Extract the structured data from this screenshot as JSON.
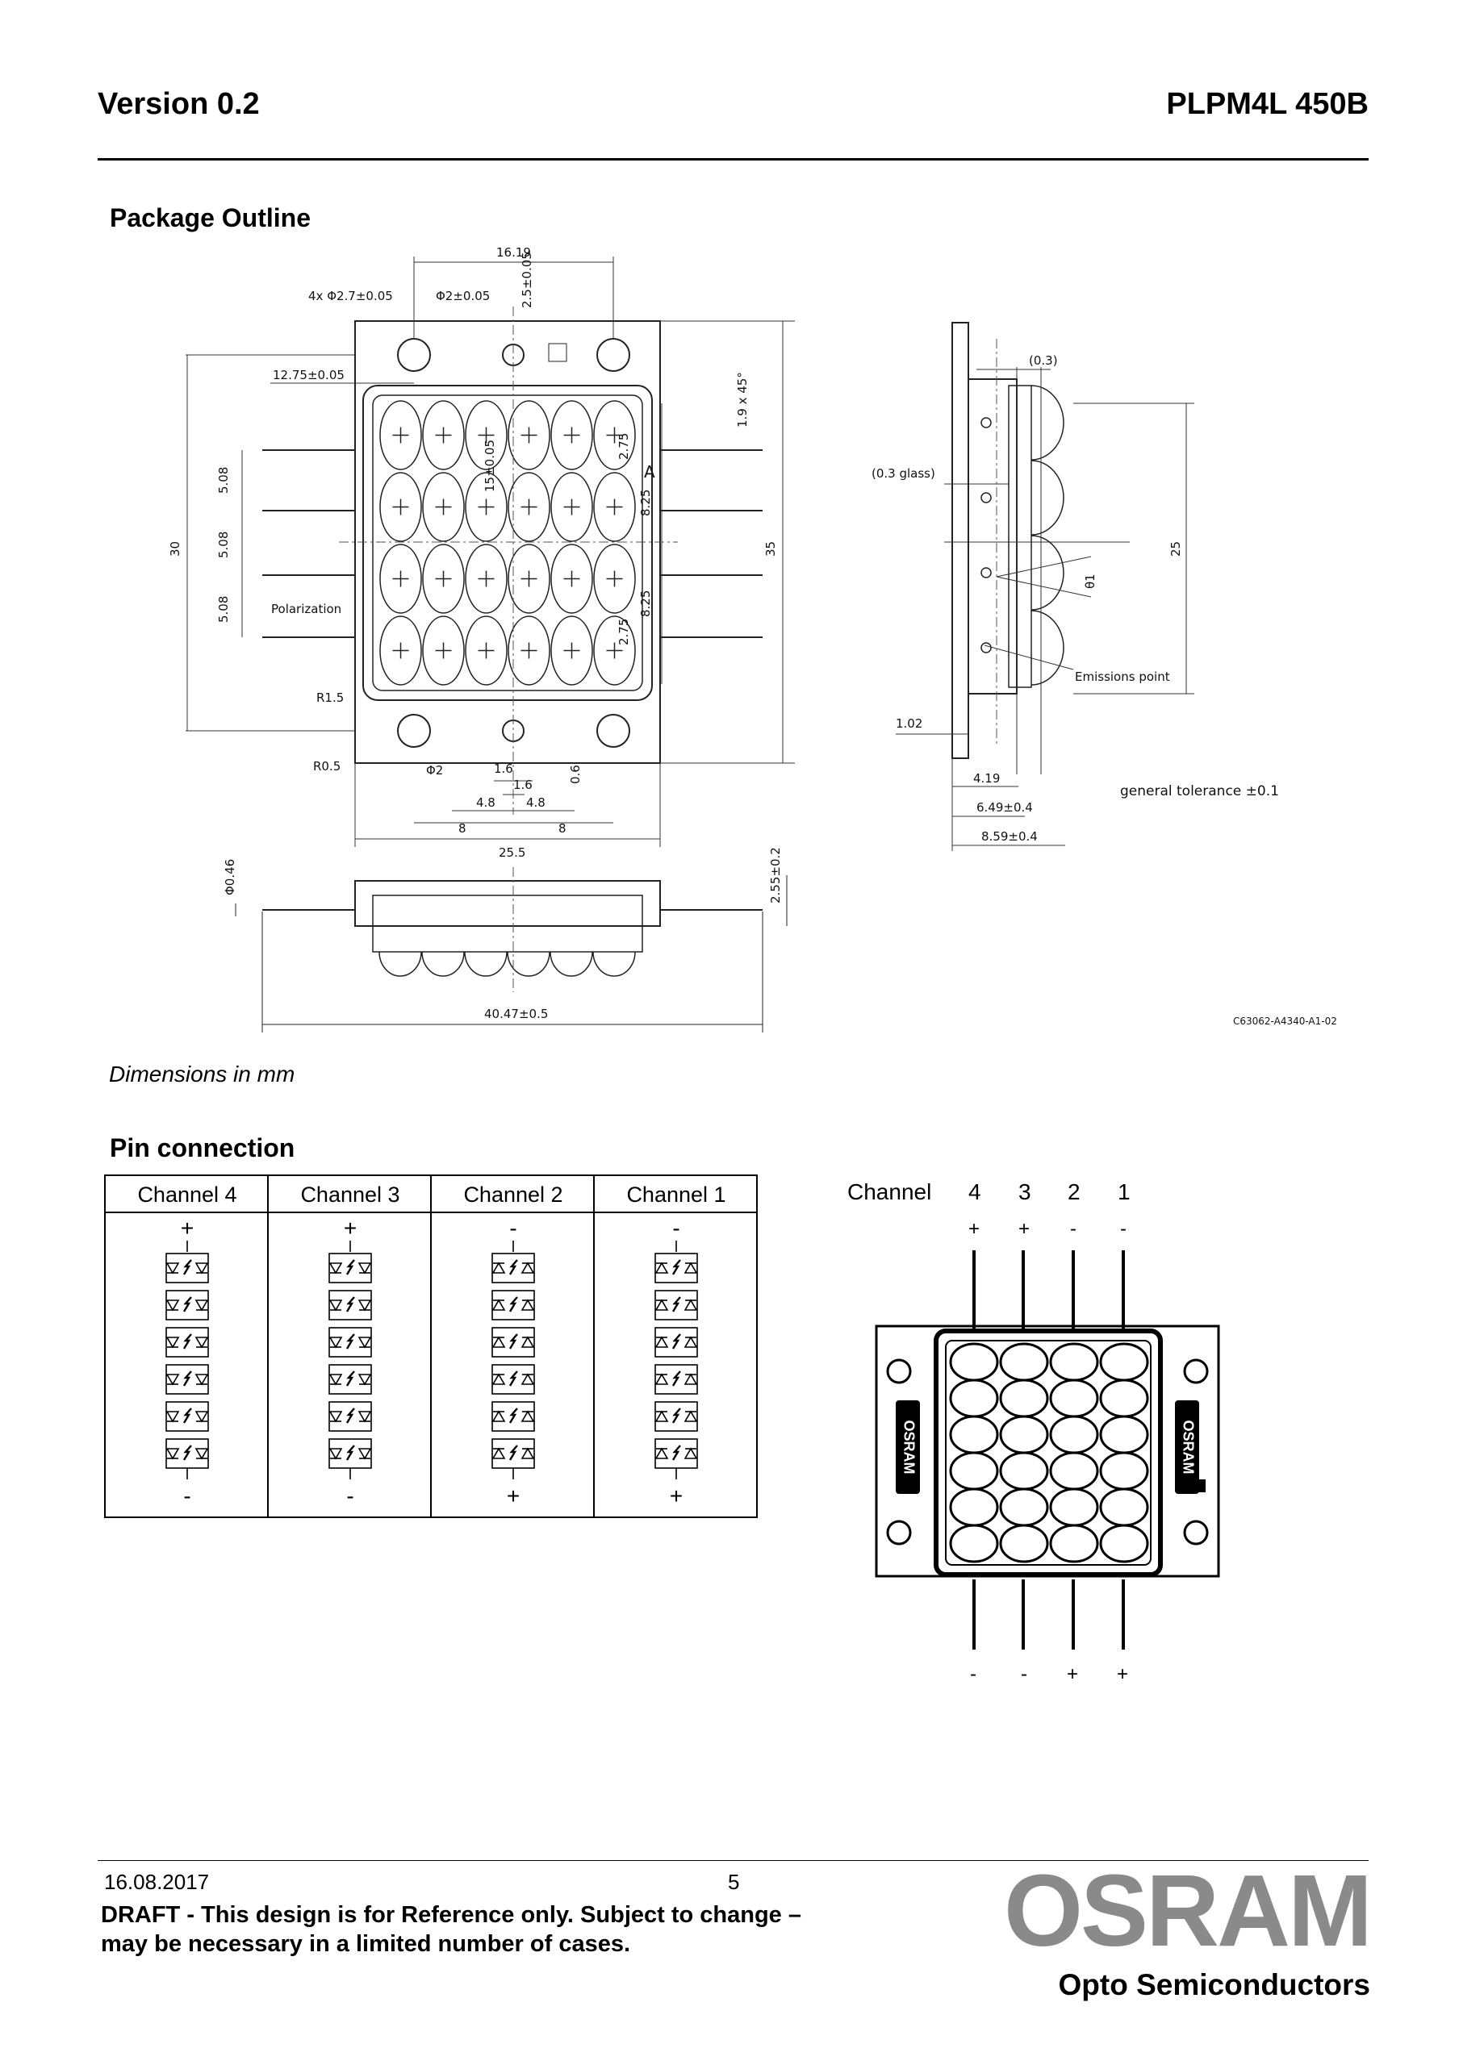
{
  "header": {
    "version": "Version 0.2",
    "product": "PLPM4L 450B"
  },
  "package_outline": {
    "title": "Package Outline",
    "caption": "Dimensions in mm",
    "labels": {
      "d_16_19": "16.19",
      "holes4": "4x Φ2.7±0.05",
      "hole2": "Φ2±0.05",
      "d_2_5": "2.5±0.05",
      "d_12_75": "12.75±0.05",
      "chamfer": "1.9 x 45°",
      "d_5_08": "5.08",
      "d_30": "30",
      "d_15": "15±0.05",
      "d_2_75": "2.75",
      "d_8_25": "8.25",
      "datum_a": "A",
      "d_35": "35",
      "polarization": "Polarization",
      "r1_5": "R1.5",
      "r0_5": "R0.5",
      "phi2": "Φ2",
      "d_1_6": "1.6",
      "d_0_6": "0.6",
      "d_4_8": "4.8",
      "d_8": "8",
      "d_25_5": "25.5",
      "d_0_46": "Φ0.46",
      "d_2_55": "2.55±0.2",
      "d_40_47": "40.47±0.5",
      "d_0_3": "(0.3)",
      "glass": "(0.3 glass)",
      "theta": "θ1",
      "d_25": "25",
      "emission": "Emissions point",
      "d_1_02": "1.02",
      "d_4_19": "4.19",
      "d_6_49": "6.49±0.4",
      "d_8_59": "8.59±0.4",
      "tolerance": "general tolerance ±0.1",
      "drawing_no": "C63062-A4340-A1-02"
    }
  },
  "pin_connection": {
    "title": "Pin connection",
    "columns": [
      {
        "label": "Channel 4",
        "top": "+",
        "bottom": "-"
      },
      {
        "label": "Channel 3",
        "top": "+",
        "bottom": "-"
      },
      {
        "label": "Channel 2",
        "top": "-",
        "bottom": "+"
      },
      {
        "label": "Channel 1",
        "top": "-",
        "bottom": "+"
      }
    ],
    "diagram": {
      "label": "Channel",
      "channels": [
        "4",
        "3",
        "2",
        "1"
      ],
      "top_signs": [
        "+",
        "+",
        "-",
        "-"
      ],
      "bottom_signs": [
        "-",
        "-",
        "+",
        "+"
      ],
      "logo_text": "OSRAM"
    }
  },
  "footer": {
    "date": "16.08.2017",
    "page": "5",
    "draft_line1": "DRAFT - This design is for Reference only. Subject to change –",
    "draft_line2": "may be necessary in a limited number of cases.",
    "logo": "OSRAM",
    "subtitle": "Opto Semiconductors"
  }
}
